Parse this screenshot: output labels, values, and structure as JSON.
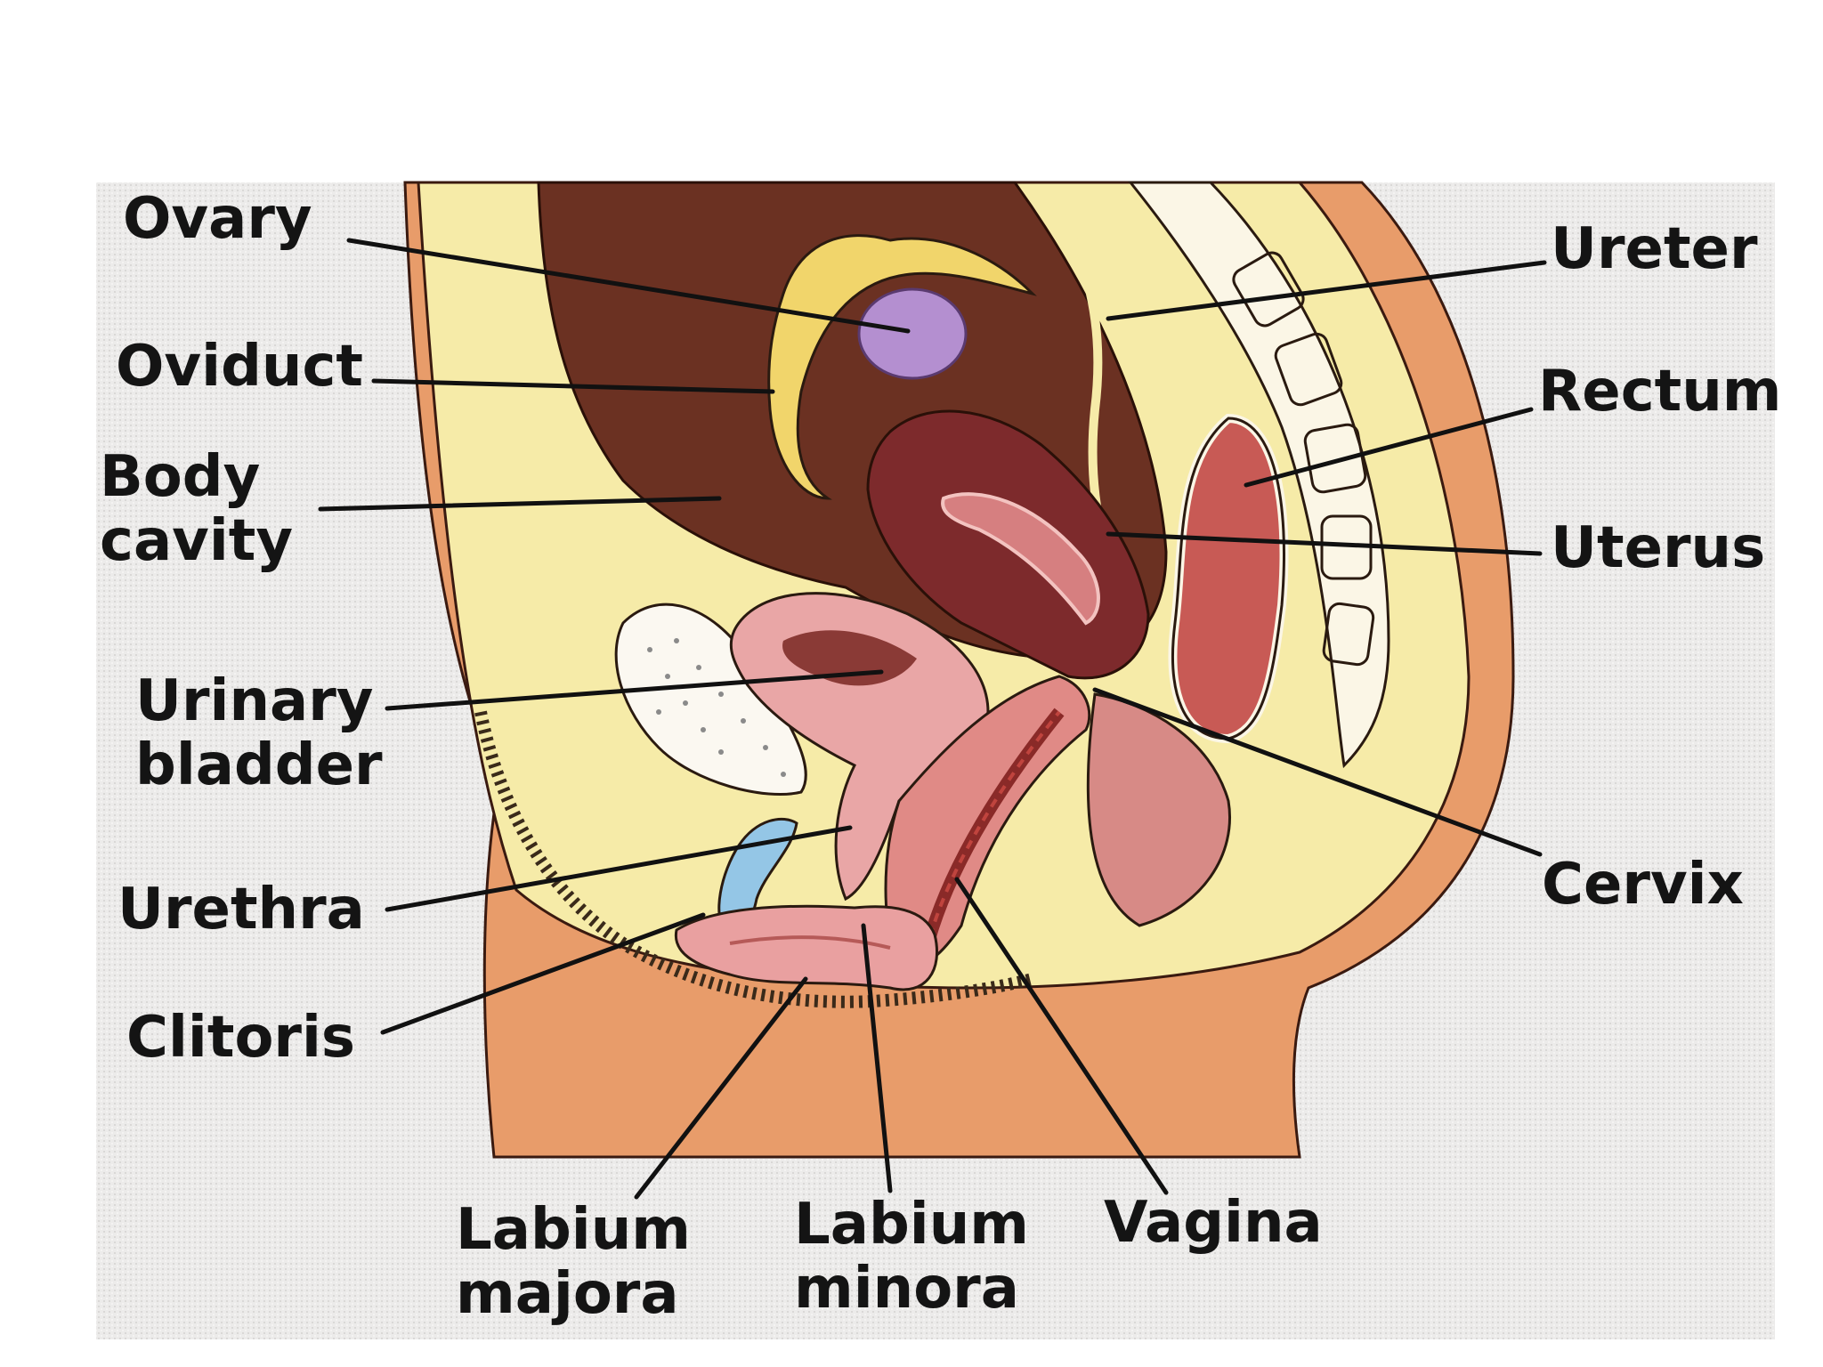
{
  "labels": {
    "ovary": "Ovary",
    "oviduct": "Oviduct",
    "body_cavity": [
      "Body",
      "cavity"
    ],
    "urinary_bladder": [
      "Urinary",
      "bladder"
    ],
    "urethra": "Urethra",
    "clitoris": "Clitoris",
    "labium_majora": [
      "Labium",
      "majora"
    ],
    "labium_minora": [
      "Labium",
      "minora"
    ],
    "vagina": "Vagina",
    "cervix": "Cervix",
    "uterus": "Uterus",
    "rectum": "Rectum",
    "ureter": "Ureter"
  },
  "colors": {
    "fat_yellow": "#f6eba8",
    "skin": "#e8a070",
    "body_cavity": "#6e3322",
    "uterus": "#7d2a2c",
    "ovary": "#b48fd0",
    "urethra": "#94c6e6",
    "mucosa": "#e9a0a0",
    "leader_line": "#111111"
  }
}
